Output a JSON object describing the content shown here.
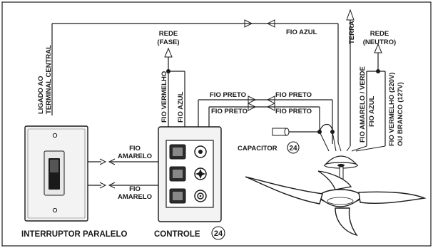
{
  "labels": {
    "ligado_ao": "LIGADO AO",
    "terminal_central": "TERMINAL CENTRAL",
    "rede_fase_1": "REDE",
    "rede_fase_2": "(FASE)",
    "fio_azul_top": "FIO AZUL",
    "terra": "TERRA",
    "rede_neutro_1": "REDE",
    "rede_neutro_2": "(NEUTRO)",
    "fio_vermelho_left": "FIO VERMELHO",
    "fio_azul_left": "FIO AZUL",
    "fio_preto_1": "FIO PRETO",
    "fio_preto_2": "FIO PRETO",
    "fio_preto_3": "FIO PRETO",
    "fio_preto_4": "FIO PRETO",
    "fio_amarelo_verde": "FIO AMARELO / VERDE",
    "fio_azul_right": "FIO AZUL",
    "fio_vermelho_220": "FIO VERMELHO (220V)",
    "ou_branco_127": "OU BRANCO (127V)",
    "fio_1": "FIO",
    "amarelo_1": "AMARELO",
    "fio_2": "FIO",
    "amarelo_2": "AMARELO",
    "capacitor": "CAPACITOR",
    "capacitor_num": "24",
    "interruptor": "INTERRUPTOR PARALELO",
    "controle": "CONTROLE",
    "controle_num": "24"
  },
  "colors": {
    "line": "#1a1a1a",
    "plate": "#f2f2f2",
    "plate_edge": "#1a1a1a",
    "fan_body": "#ffffff"
  }
}
